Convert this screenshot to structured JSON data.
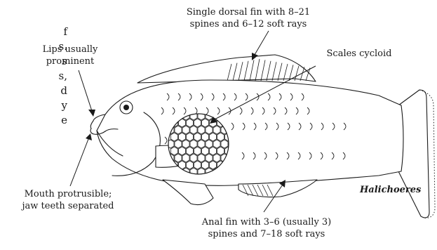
{
  "left_text": {
    "lines": [
      "f",
      "s.",
      "s",
      "s,",
      "d",
      "y",
      "e"
    ]
  },
  "labels": {
    "dorsal": [
      "Single dorsal fin with 8–21",
      "spines and 6–12 soft rays"
    ],
    "lips": [
      "Lips usually",
      "prominent"
    ],
    "scales": "Scales cycloid",
    "mouth": [
      "Mouth protrusible;",
      "jaw teeth separated"
    ],
    "anal": [
      "Anal fin with 3–6 (usually 3)",
      "spines and 7–18 soft rays"
    ],
    "genus": "Halichoeres"
  }
}
